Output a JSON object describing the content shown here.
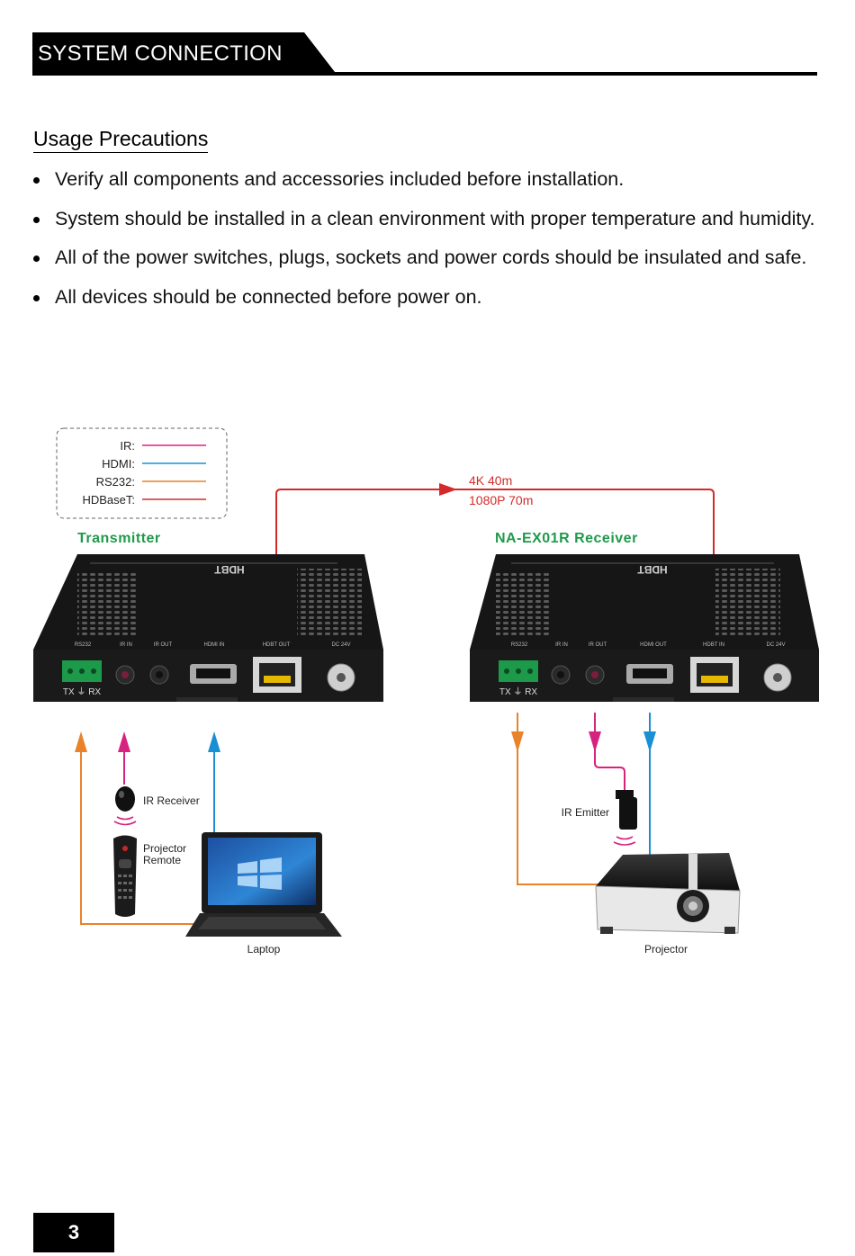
{
  "header": {
    "title": "SYSTEM CONNECTION"
  },
  "section": {
    "title": "Usage Precautions"
  },
  "bullets": [
    "Verify all components and accessories included before installation.",
    "System should be installed in a clean environment with proper temperature and humidity.",
    "All of the power switches, plugs, sockets and power cords should be insulated and safe.",
    "All devices should be connected before power on."
  ],
  "legend": {
    "items": [
      {
        "label": "IR:",
        "color": "#d6237f"
      },
      {
        "label": "HDMI:",
        "color": "#1a8fd4"
      },
      {
        "label": "RS232:",
        "color": "#e9832b"
      },
      {
        "label": "HDBaseT:",
        "color": "#d42a2a"
      }
    ]
  },
  "link": {
    "distance_4k": "4K 40m",
    "distance_1080p": "1080P 70m"
  },
  "transmitter": {
    "title": "Transmitter",
    "brand": "HDBT",
    "ports": [
      "RS232",
      "IR IN",
      "IR OUT",
      "HDMI IN",
      "HDBT OUT",
      "DC 24V"
    ],
    "txrx": "TX ⏚ RX"
  },
  "receiver": {
    "title": "NA-EX01R Receiver",
    "brand": "HDBT",
    "ports": [
      "RS232",
      "IR IN",
      "IR OUT",
      "HDMI OUT",
      "HDBT IN",
      "DC 24V"
    ],
    "txrx": "TX ⏚ RX"
  },
  "devices": {
    "ir_receiver": "IR Receiver",
    "projector_remote_line1": "Projector",
    "projector_remote_line2": "Remote",
    "laptop": "Laptop",
    "ir_emitter": "IR Emitter",
    "projector": "Projector"
  },
  "colors": {
    "ir": "#d6237f",
    "hdmi": "#1a8fd4",
    "rs232": "#e9832b",
    "hdbaset": "#d42a2a",
    "title_green": "#1f9a4a"
  },
  "page": {
    "number": "3"
  }
}
